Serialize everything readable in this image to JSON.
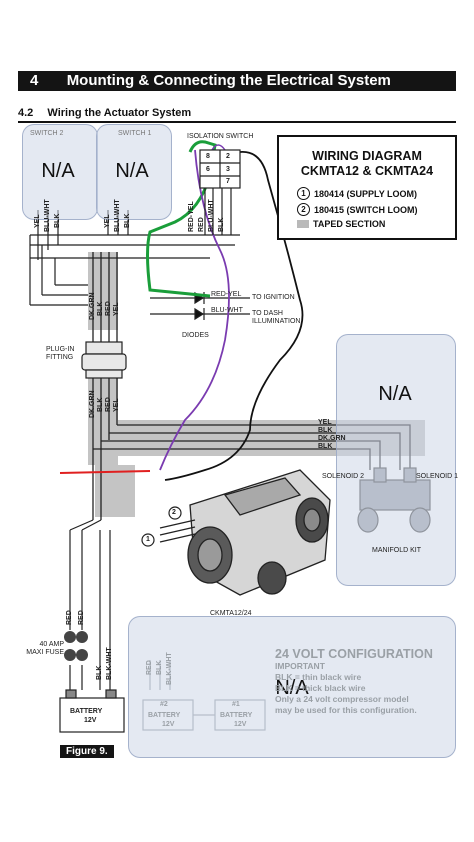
{
  "section": {
    "number": "4",
    "title": "Mounting & Connecting the Electrical System"
  },
  "subsection": {
    "number": "4.2",
    "title": "Wiring the Actuator System"
  },
  "wiring_diagram": {
    "title_line1": "WIRING DIAGRAM",
    "title_line2": "CKMTA12 & CKMTA24",
    "items": [
      {
        "num": "1",
        "text": "180414 (SUPPLY LOOM)"
      },
      {
        "num": "2",
        "text": "180415 (SWITCH LOOM)"
      }
    ],
    "taped_label": "TAPED SECTION"
  },
  "switches": {
    "switch2": "SWITCH 2",
    "switch1": "SWITCH 1",
    "isolation": "ISOLATION SWITCH"
  },
  "switch_wire_labels": [
    "YEL",
    "BLU-WHT",
    "BLK",
    "YEL",
    "BLU-WHT",
    "BLK"
  ],
  "isolation_wire_labels": [
    "RED-YEL",
    "RED",
    "BLU-WHT",
    "BLK"
  ],
  "isolation_terminals": [
    "8",
    "2",
    "6",
    "3",
    "7"
  ],
  "diodes": {
    "label": "DIODES",
    "red_yel": "RED-YEL",
    "blu_wht": "BLU-WHT",
    "to_ignition": "TO IGNITION",
    "to_dash": "TO DASH ILLUMINATION"
  },
  "bundle_upper_labels": [
    "DK.GRN",
    "BLK",
    "RED",
    "YEL"
  ],
  "plug_in": "PLUG-IN FITTING",
  "bundle_lower_labels": [
    "DK.GRN",
    "BLK",
    "RED",
    "YEL"
  ],
  "manifold_wires": [
    "YEL",
    "BLK",
    "DK.GRN",
    "BLK"
  ],
  "solenoids": {
    "s2": "SOLENOID 2",
    "s1": "SOLENOID 1",
    "kit": "MANIFOLD KIT"
  },
  "compressor_label": "CKMTA12/24",
  "loom_markers": [
    "1",
    "2"
  ],
  "fuse": {
    "label": "40 AMP MAXI FUSE"
  },
  "battery_wires": [
    "RED",
    "RED",
    "BLK",
    "BLK-WHT"
  ],
  "battery": {
    "label": "BATTERY",
    "voltage": "12V"
  },
  "config24": {
    "title": "24 VOLT CONFIGURATION",
    "important": "IMPORTANT",
    "line1": "BLK = thin black wire",
    "line2": "BLK = thick black wire",
    "line3": "Only a 24 volt compressor model",
    "line4": "may be used for this configuration.",
    "wires": [
      "RED",
      "BLK",
      "BLK-WHT"
    ],
    "battery2_num": "#2",
    "battery1_num": "#1",
    "battery_label": "BATTERY",
    "battery_voltage": "12V"
  },
  "na_labels": [
    "N/A",
    "N/A",
    "N/A",
    "N/A"
  ],
  "figure": "Figure 9."
}
